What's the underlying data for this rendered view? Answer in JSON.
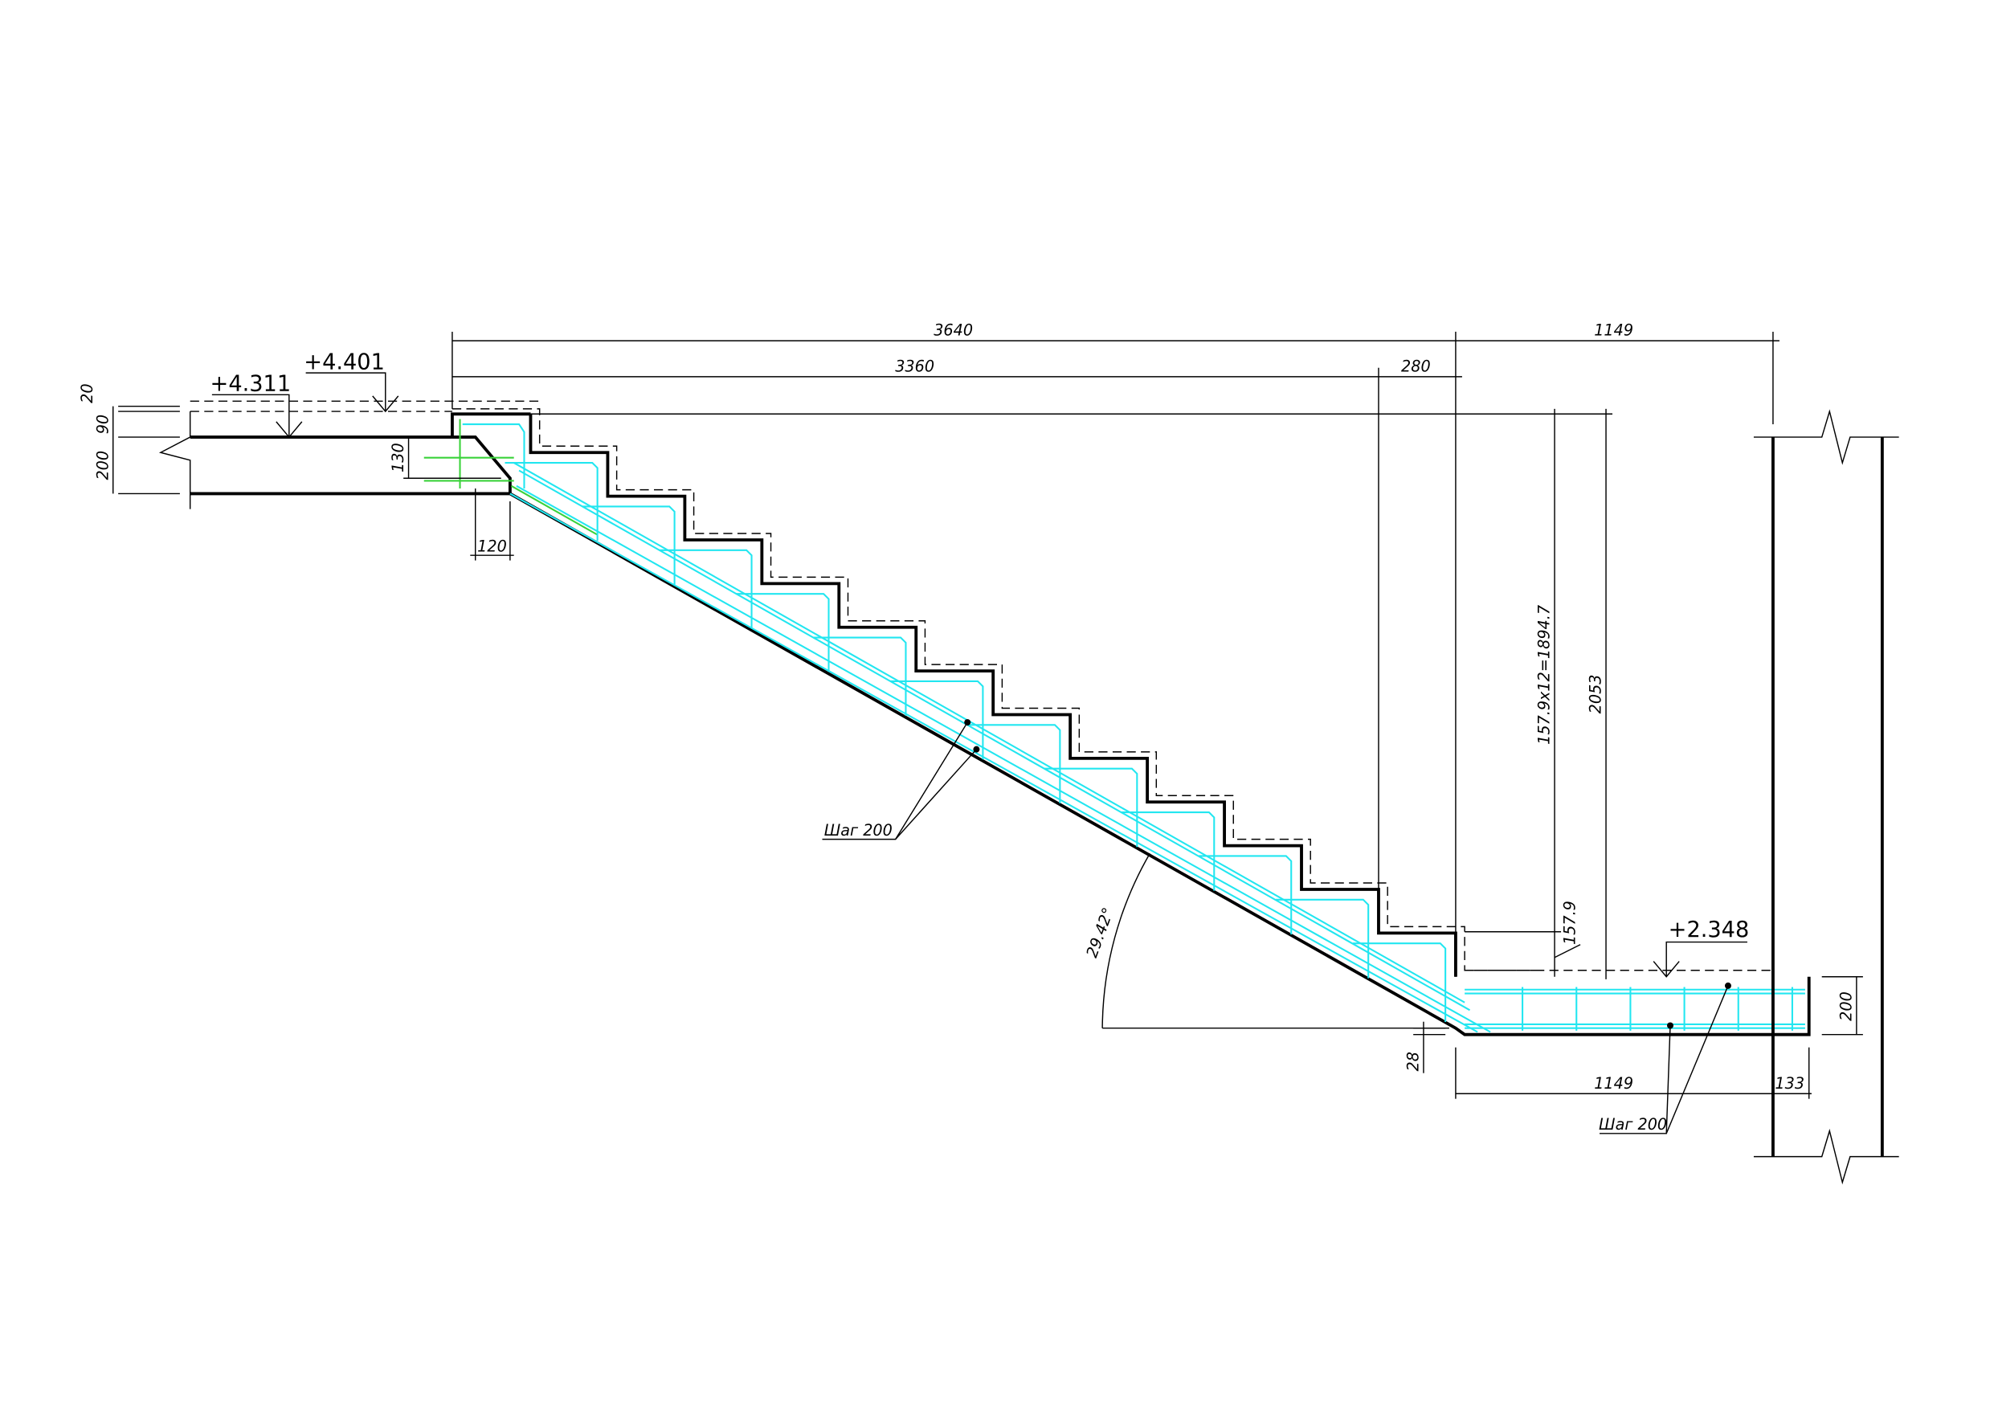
{
  "dimensions": {
    "total_run": "3640",
    "landing_top": "1149",
    "flight_run": "3360",
    "last_tread": "280",
    "top_20": "20",
    "top_90": "90",
    "top_200": "200",
    "nose_130": "130",
    "nose_120": "120",
    "risers": "157.9x12=1894.7",
    "total_rise": "2053",
    "riser_single": "157.9",
    "landing_thickness": "200",
    "bottom_offset": "28",
    "landing_bottom": "1149",
    "wall_overlap": "133",
    "angle": "29.42°"
  },
  "elevations": {
    "upper_slab": "+4.311",
    "upper_finish": "+4.401",
    "lower_landing": "+2.348"
  },
  "notes": {
    "flight_spacing": "Шаг 200",
    "landing_spacing": "Шаг 200"
  },
  "colors": {
    "rebar": "#22e6f0",
    "anchor_bars": "#3ad23a",
    "outline": "#000000"
  }
}
